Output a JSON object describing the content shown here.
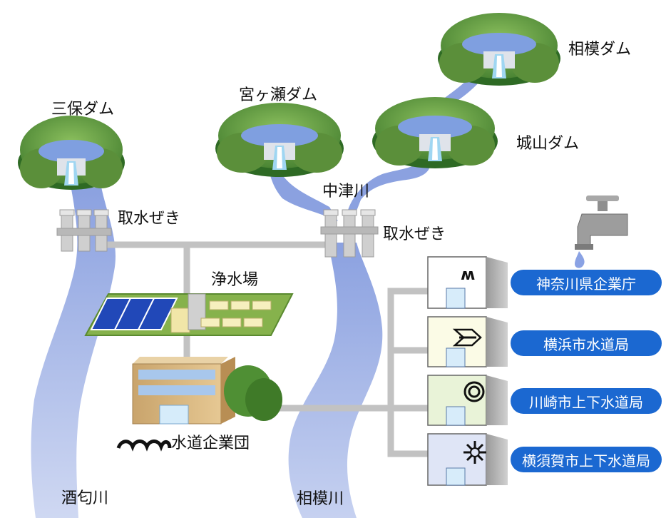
{
  "dams": {
    "miho": "三保ダム",
    "miyagase": "宮ヶ瀬ダム",
    "sagami": "相模ダム",
    "shiroyama": "城山ダム"
  },
  "weirs": {
    "left": "取水ぜき",
    "right": "取水ぜき"
  },
  "rivers": {
    "nakatsu": "中津川",
    "sakawa": "酒匂川",
    "sagami": "相模川"
  },
  "facilities": {
    "purification_plant": "浄水場",
    "authority": "水道企業団"
  },
  "utilities": [
    {
      "name": "神奈川県企業庁",
      "emblem": "kanagawa-emblem",
      "panel_color": "#ffffff"
    },
    {
      "name": "横浜市水道局",
      "emblem": "yokohama-emblem",
      "panel_color": "#fbfbe6"
    },
    {
      "name": "川崎市上下水道局",
      "emblem": "kawasaki-emblem",
      "panel_color": "#e9f3d8"
    },
    {
      "name": "横須賀市上下水道局",
      "emblem": "yokosuka-emblem",
      "panel_color": "#dfe5f6"
    }
  ],
  "colors": {
    "river": "#8ba1e0",
    "pill": "#1b68d1",
    "pipe": "#bdbdbd",
    "hill": "#6a9c45",
    "plant": "#84b24a"
  }
}
